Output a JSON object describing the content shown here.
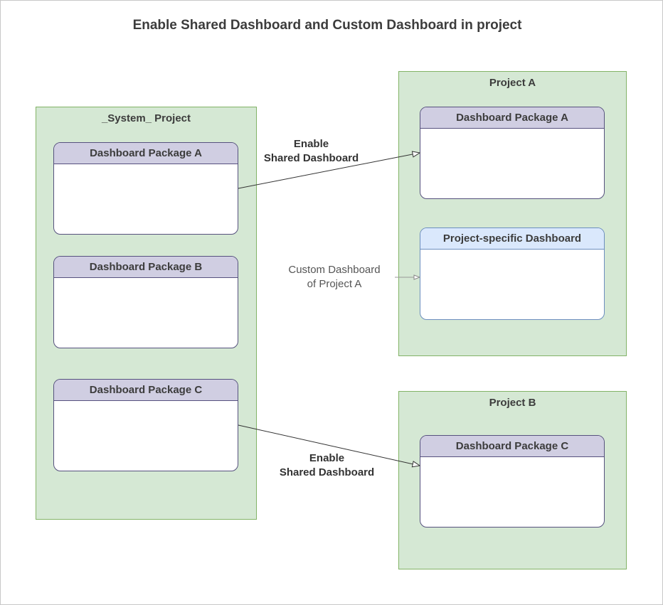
{
  "title": "Enable Shared Dashboard and Custom Dashboard in project",
  "system_project": {
    "label": "_System_ Project",
    "packages": [
      "Dashboard Package A",
      "Dashboard Package B",
      "Dashboard Package C"
    ]
  },
  "project_a": {
    "label": "Project A",
    "package": "Dashboard Package A",
    "custom": "Project-specific Dashboard"
  },
  "project_b": {
    "label": "Project B",
    "package": "Dashboard Package C"
  },
  "edges": {
    "shared_a": [
      "Enable",
      "Shared Dashboard"
    ],
    "shared_b": [
      "Enable",
      "Shared Dashboard"
    ],
    "custom": [
      "Custom Dashboard",
      "of Project A"
    ]
  },
  "colors": {
    "project_fill": "#d5e8d4",
    "project_border": "#82b366",
    "package_header": "#d0cee2",
    "custom_header": "#dae8fc"
  }
}
